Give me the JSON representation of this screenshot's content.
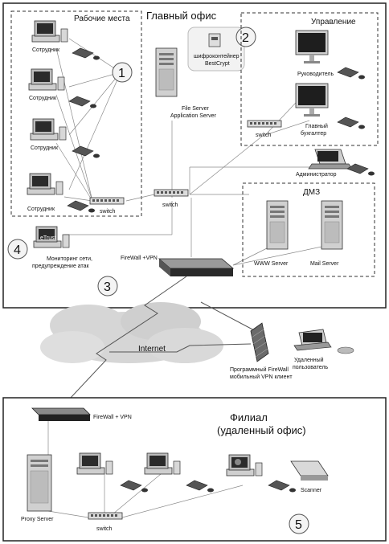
{
  "main_office": {
    "title": "Главный офис",
    "workplaces_title": "Рабочие места",
    "employee_label": "Сотрудник",
    "switch_label": "switch",
    "file_server_label": "File Server",
    "app_server_label": "Application Server",
    "container_label_1": "шифроконтейнер",
    "container_label_2": "BestCrypt",
    "management_title": "Управление",
    "director_label": "Руководитель",
    "accountant_label_1": "Главный",
    "accountant_label_2": "бухгалтер",
    "admin_label": "Администратор",
    "dmz_title": "ДМЗ",
    "www_label": "WWW Server",
    "mail_label": "Mail Server",
    "monitoring_label_1": "Мониторинг сети,",
    "monitoring_label_2": "предупреждение атак",
    "monitor_brand": "eTrust",
    "firewall_label": "FireWall +VPN"
  },
  "internet": {
    "cloud_label": "Internet",
    "mobile_fw_1": "Программный FireWall",
    "mobile_fw_2": "мобильный VPN клиент",
    "remote_user_1": "Удаленный",
    "remote_user_2": "пользователь"
  },
  "branch": {
    "title_1": "Филиал",
    "title_2": "(удаленный офис)",
    "firewall_label": "FireWall + VPN",
    "proxy_label": "Proxy Server",
    "switch_label": "switch",
    "scanner_label": "Scanner"
  },
  "badges": [
    "1",
    "2",
    "3",
    "4",
    "5"
  ],
  "colors": {
    "line": "#8a8a8a",
    "dark": "#222222",
    "badge_fill": "#f4f4f4"
  }
}
